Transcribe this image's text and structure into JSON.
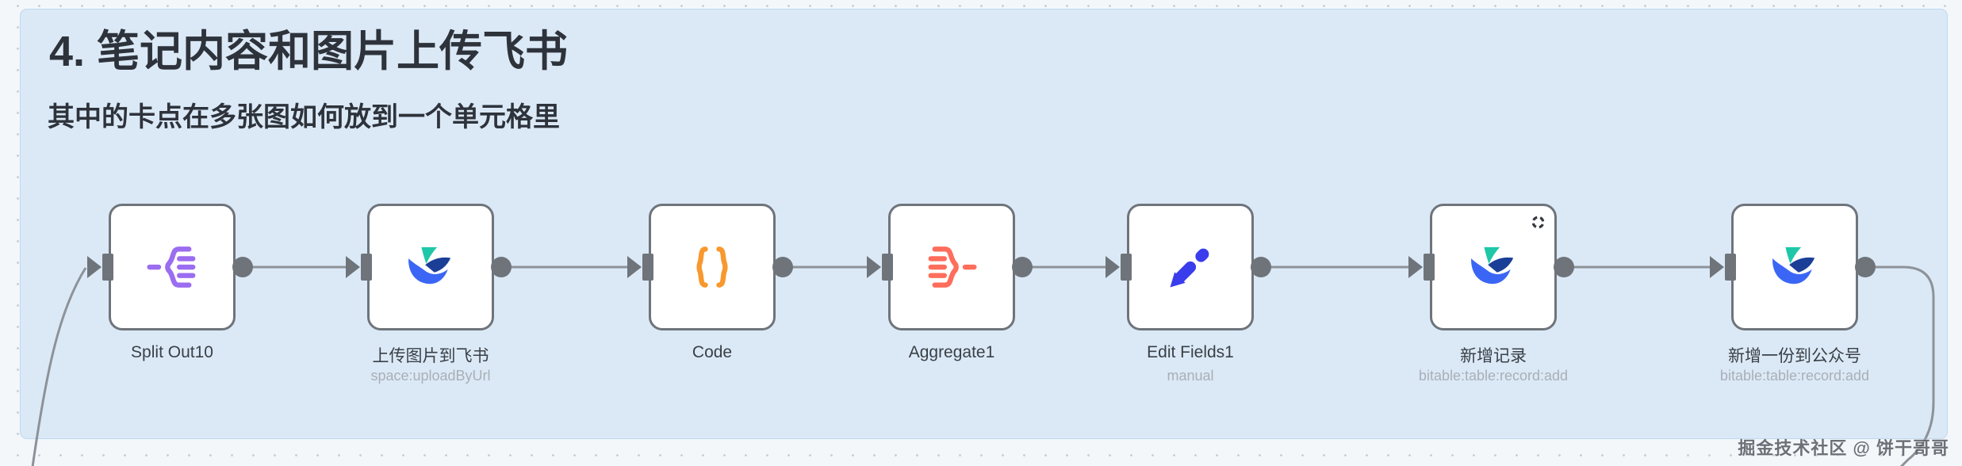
{
  "note": {
    "title": "4. 笔记内容和图片上传飞书",
    "subtitle": "其中的卡点在多张图如何放到一个单元格里"
  },
  "canvas": {
    "watermark": "掘金技术社区 @ 饼干哥哥"
  },
  "nodes": [
    {
      "label": "Split Out10",
      "sublabel": "",
      "icon": "split-out-icon"
    },
    {
      "label": "上传图片到飞书",
      "sublabel": "space:uploadByUrl",
      "icon": "lark-icon"
    },
    {
      "label": "Code",
      "sublabel": "",
      "icon": "code-braces-icon"
    },
    {
      "label": "Aggregate1",
      "sublabel": "",
      "icon": "aggregate-icon"
    },
    {
      "label": "Edit Fields1",
      "sublabel": "manual",
      "icon": "pencil-icon"
    },
    {
      "label": "新增记录",
      "sublabel": "bitable:table:record:add",
      "icon": "lark-icon",
      "indicator": "dashed-loop"
    },
    {
      "label": "新增一份到公众号",
      "sublabel": "bitable:table:record:add",
      "icon": "lark-icon"
    }
  ],
  "colors": {
    "split": "#9b6df0",
    "aggregate": "#ff6d5c",
    "code": "#f8982d",
    "edit": "#3a3deb",
    "lark_teal": "#1fc7a8",
    "lark_navy": "#1b3f97",
    "lark_blue": "#3b66f5",
    "line": "#8d9298",
    "port": "#6f747b",
    "note_bg": "#dbe9f7"
  }
}
